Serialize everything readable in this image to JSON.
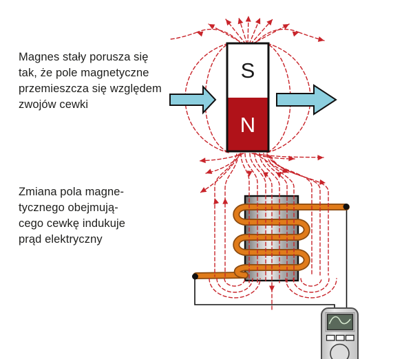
{
  "caption_magnet": {
    "lines": [
      "Magnes stały porusza się",
      "tak, że pole magnetyczne",
      "przemieszcza się względem",
      "zwojów cewki"
    ]
  },
  "caption_coil": {
    "lines": [
      "Zmiana pola magne-",
      "tycznego obejmują-",
      "cego cewkę indukuje",
      "prąd elektryczny"
    ]
  },
  "magnet": {
    "south_label": "S",
    "north_label": "N"
  },
  "colors": {
    "field_lines": "#c8242a",
    "magnet_north": "#b01219",
    "magnet_south": "#ffffff",
    "motion_arrows": "#8ccfdf",
    "coil_wire": "#e07b1a",
    "coil_wire_outline": "#8a4a10",
    "meter_screen": "#5a695b",
    "circuit_wire": "#111111"
  },
  "meter": {
    "display": "sine-wave",
    "button_count": 3
  }
}
